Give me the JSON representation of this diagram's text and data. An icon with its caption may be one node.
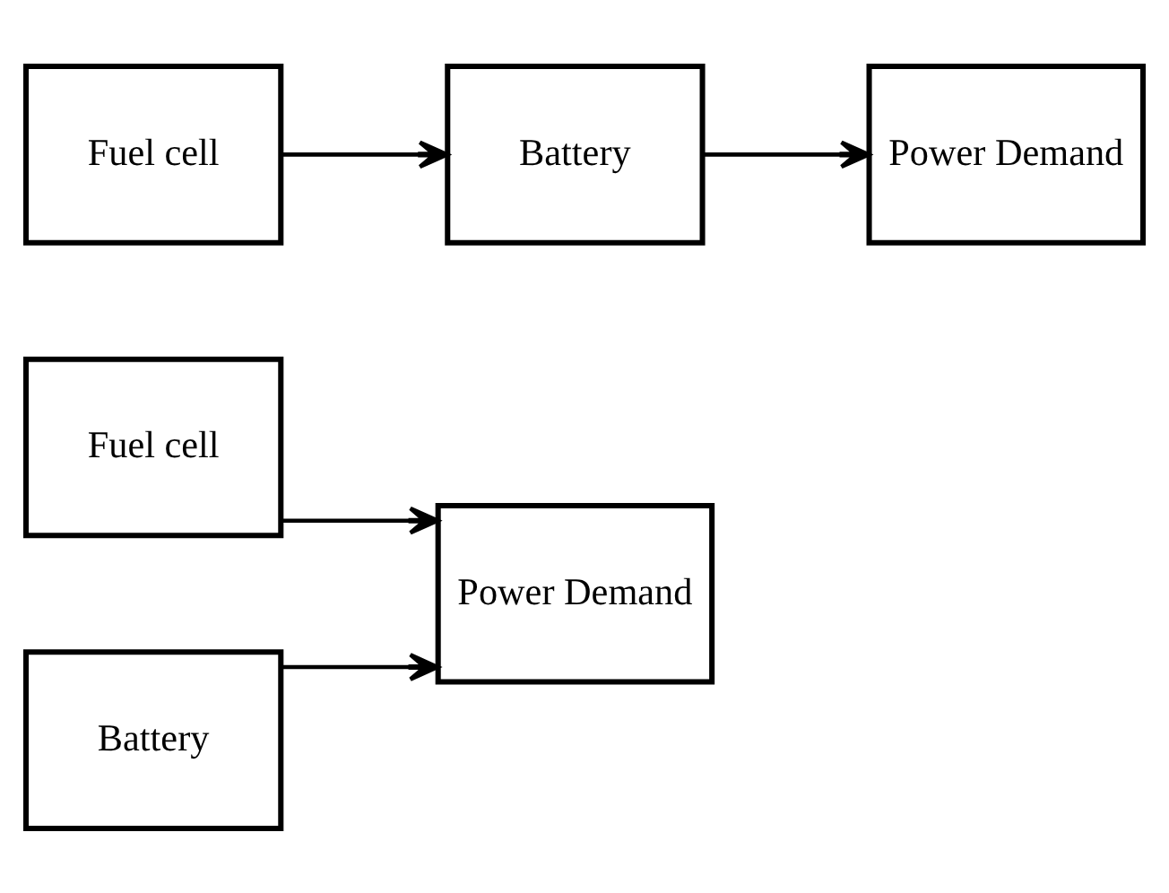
{
  "diagram": {
    "nodes": [
      {
        "text": [
          "Fuel cell"
        ]
      },
      {
        "text": [
          "Power Demand"
        ]
      },
      {
        "text": [
          "Battery"
        ]
      },
      {
        "text": [
          "Fuel cell"
        ]
      },
      {
        "text": [
          "Battery"
        ]
      },
      {
        "text": [
          "Power Demand"
        ]
      }
    ],
    "edges": [
      {
        "from": 0,
        "to": 1,
        "arrow": "to"
      },
      {
        "from": 2,
        "to": 1,
        "arrow": "to"
      },
      {
        "from": 3,
        "to": 4,
        "arrow": "to"
      },
      {
        "from": 4,
        "to": 5,
        "arrow": "to"
      }
    ]
  }
}
